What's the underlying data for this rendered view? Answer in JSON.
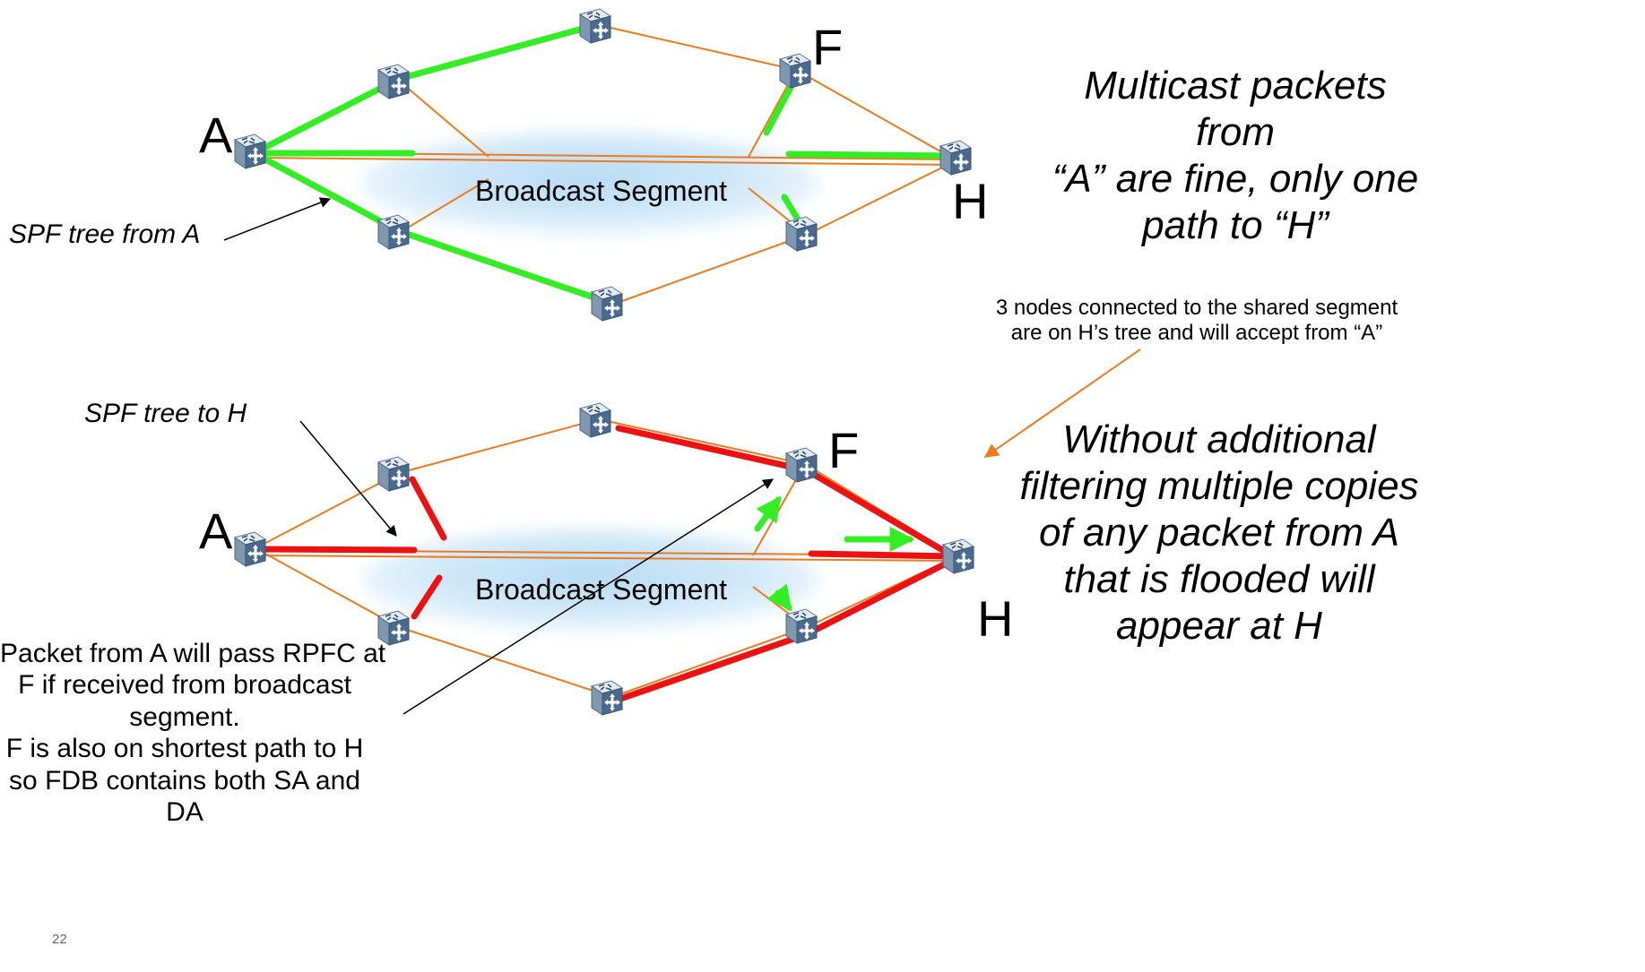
{
  "colors": {
    "link": "#f07a1a",
    "tree_a": "#33ee22",
    "tree_h": "#ee1111",
    "arrow": "#000000",
    "callout": "#f07a1a"
  },
  "icons": {
    "node": "network-switch-icon",
    "segment": "broadcast-cloud"
  },
  "top": {
    "node_a": "A",
    "node_f": "F",
    "node_h": "H",
    "segment": "Broadcast Segment",
    "spf_label": "SPF tree from A",
    "note_lines": [
      "Multicast packets from",
      "“A” are fine, only one",
      "path to “H”"
    ]
  },
  "bottom": {
    "node_a": "A",
    "node_f": "F",
    "node_h": "H",
    "segment": "Broadcast Segment",
    "spf_label": "SPF tree to H",
    "callout_lines": [
      "3 nodes connected to the shared segment",
      "are on H’s tree and will accept from “A”"
    ],
    "note_lines": [
      "Without additional",
      "filtering multiple copies",
      "of any packet from  A",
      "that is flooded will",
      "appear at H"
    ],
    "rpfc_lines": [
      "Packet from A will pass RPFC at",
      "F if received from broadcast",
      "segment.",
      "F is also on shortest path to H",
      "so FDB contains both SA and",
      "DA"
    ]
  },
  "page_number": "22"
}
